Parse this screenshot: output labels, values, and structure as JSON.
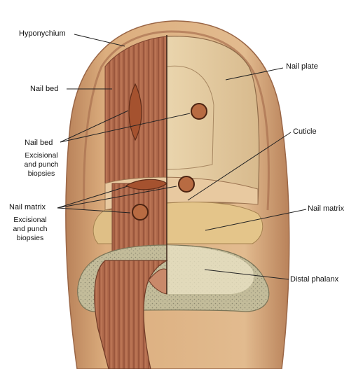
{
  "labels": {
    "hyponychium": "Hyponychium",
    "nail_bed_top": "Nail bed",
    "nail_plate": "Nail plate",
    "nail_bed_biopsy": "Nail bed",
    "nail_bed_biopsy_note": "Excisional\nand punch\nbiopsies",
    "cuticle": "Cuticle",
    "nail_matrix_left": "Nail matrix",
    "nail_matrix_left_note": "Excisional\nand punch\nbiopsies",
    "nail_matrix_right": "Nail matrix",
    "distal_phalanx": "Distal phalanx"
  },
  "colors": {
    "skin": "#dcae7e",
    "skin_dark": "#b9825a",
    "nail_bed": "#b36b4d",
    "nail_plate": "#e6cfa6",
    "matrix": "#e3c488",
    "bone": "#c7bf9c",
    "leader": "#222222"
  }
}
